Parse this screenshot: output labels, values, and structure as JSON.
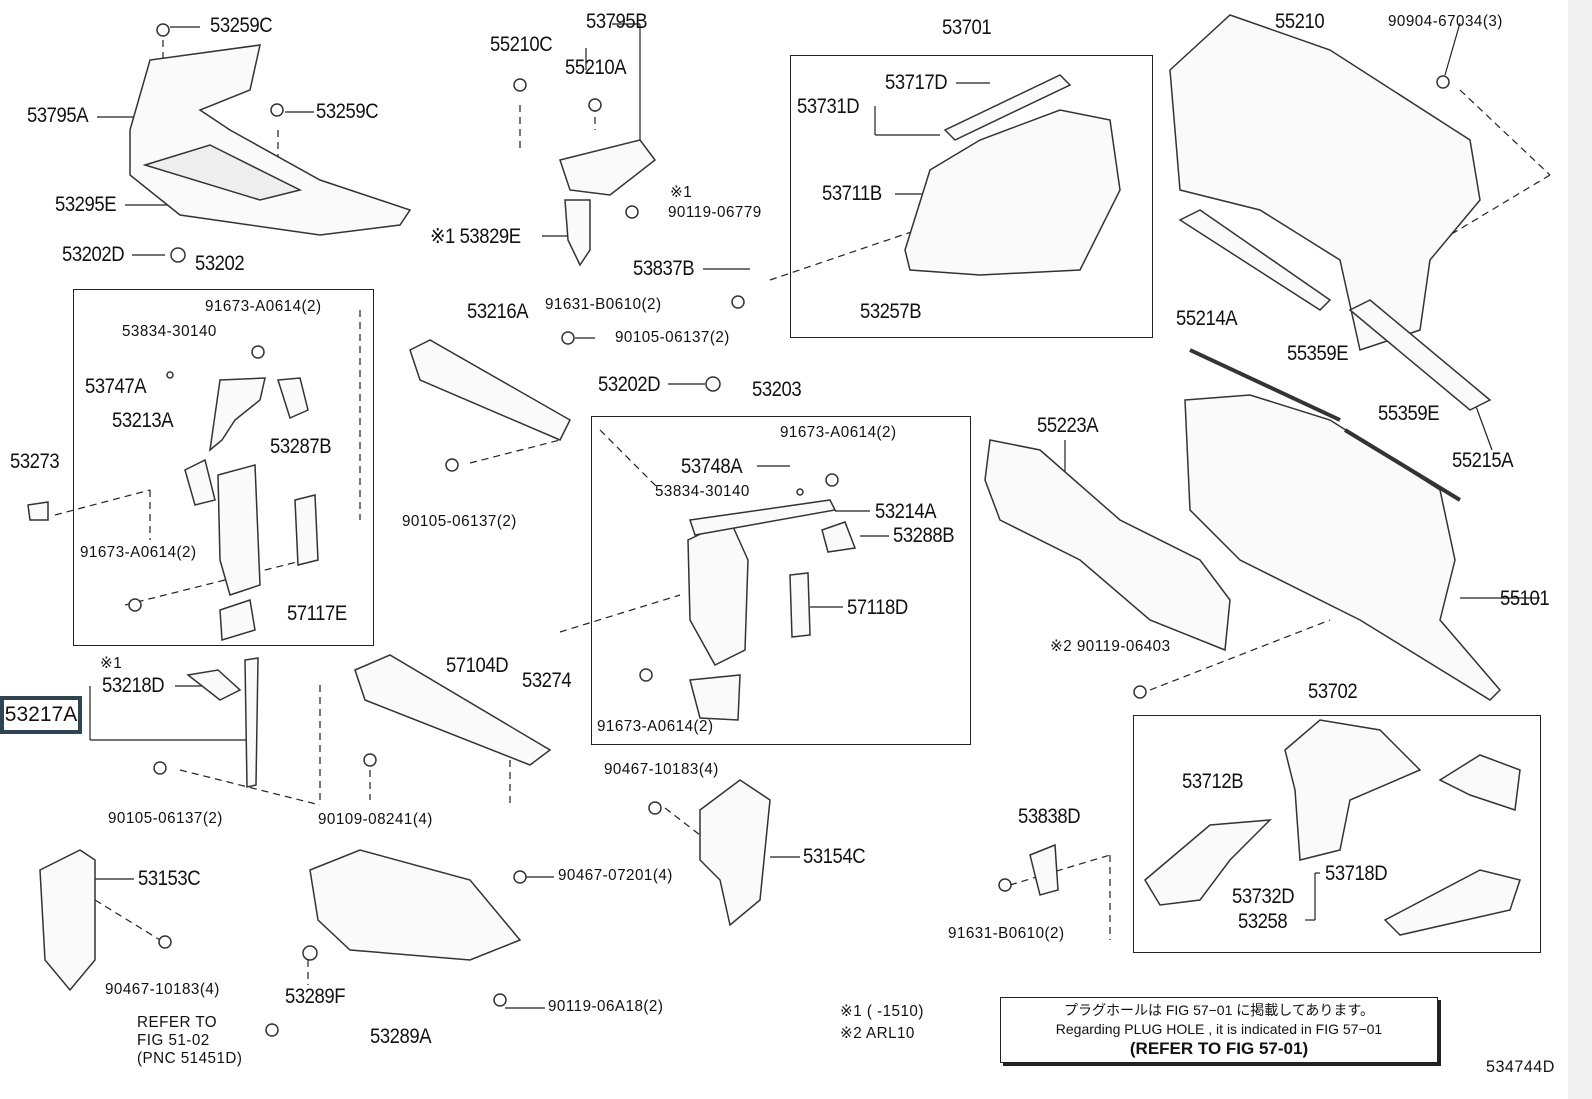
{
  "diagram_id": "534744D",
  "labels": {
    "l53259C_a": "53259C",
    "l53795A": "53795A",
    "l53259C_b": "53259C",
    "l53295E": "53295E",
    "l53202D_a": "53202D",
    "l53202": "53202",
    "l91673_a": "91673-A0614(2)",
    "l53834_a": "53834-30140",
    "l53747A": "53747A",
    "l53213A": "53213A",
    "l53287B": "53287B",
    "l53273": "53273",
    "l91673_b": "91673-A0614(2)",
    "l57117E": "57117E",
    "l53795B": "53795B",
    "l55210C": "55210C",
    "l55210A": "55210A",
    "l_note1_a": "※1",
    "l90119_06779": "90119-06779",
    "l53829E": "※1 53829E",
    "l53837B": "53837B",
    "l91631_a": "91631-B0610(2)",
    "l53216A": "53216A",
    "l90105_a": "90105-06137(2)",
    "l53202D_b": "53202D",
    "l53203": "53203",
    "l91673_c": "91673-A0614(2)",
    "l53748A": "53748A",
    "l53834_b": "53834-30140",
    "l53214A": "53214A",
    "l53288B": "53288B",
    "l57118D": "57118D",
    "l90105_b": "90105-06137(2)",
    "l53274": "53274",
    "l91673_d": "91673-A0614(2)",
    "l57104D": "57104D",
    "l_note1_b": "※1",
    "l53218D": "53218D",
    "l53217A": "53217A",
    "l90105_c": "90105-06137(2)",
    "l90109": "90109-08241(4)",
    "l90467_a": "90467-10183(4)",
    "l53154C": "53154C",
    "l53153C": "53153C",
    "l90467_b": "90467-07201(4)",
    "l90467_c": "90467-10183(4)",
    "l53289F": "53289F",
    "l90119_06A18": "90119-06A18(2)",
    "l53289A": "53289A",
    "l53701": "53701",
    "l53717D": "53717D",
    "l53731D": "53731D",
    "l53711B": "53711B",
    "l53257B": "53257B",
    "l55210": "55210",
    "l90904": "90904-67034(3)",
    "l55214A": "55214A",
    "l55359E_a": "55359E",
    "l55359E_b": "55359E",
    "l55215A": "55215A",
    "l55223A": "55223A",
    "l55101": "55101",
    "l90119_06403": "※2 90119-06403",
    "l53702": "53702",
    "l53712B": "53712B",
    "l53838D": "53838D",
    "l53718D": "53718D",
    "l53732D": "53732D",
    "l53258": "53258",
    "l91631_b": "91631-B0610(2)"
  },
  "refer": {
    "line1": "REFER  TO",
    "line2": "FIG  51-02",
    "line3": "(PNC  51451D)"
  },
  "footnotes": {
    "n1": "※1 (      -1510)",
    "n2": "※2 ARL10"
  },
  "note_box": {
    "jp": "プラグホールは FIG 57−01 に掲載してあります。",
    "en": "Regarding  PLUG  HOLE , it is indicated in FIG  57−01",
    "refer": "(REFER  TO  FIG  57-01)"
  }
}
